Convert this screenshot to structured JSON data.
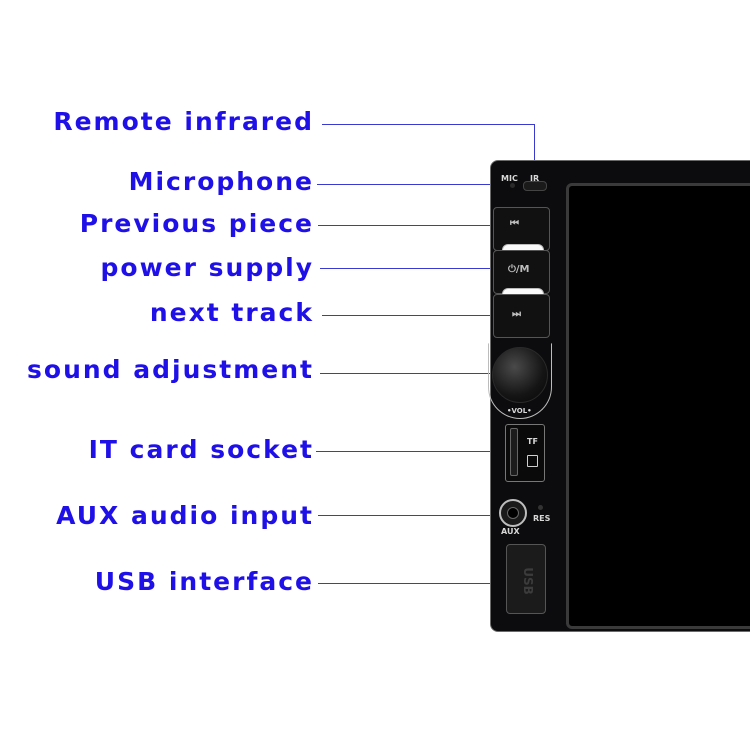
{
  "callouts": {
    "remote_infrared": "Remote infrared",
    "microphone": "Microphone",
    "previous_piece": "Previous piece",
    "power_supply": "power supply",
    "next_track": "next track",
    "sound_adjustment": "sound adjustment",
    "it_card_socket": "IT card socket",
    "aux_audio_input": "AUX audio input",
    "usb_interface": "USB interface"
  },
  "panel": {
    "mic": "MIC",
    "ir": "IR",
    "prev_symbol": "⏮",
    "power_symbol": "⏻/M",
    "next_symbol": "⏭",
    "vol": "•VOL•",
    "tf": "TF",
    "res": "RES",
    "aux": "AUX",
    "usb": "USB"
  },
  "colors": {
    "label_blue": "#1f10e8",
    "device_body": "#0c0c0e",
    "screen": "#000000"
  },
  "icons": {
    "prev": "skip-back-icon",
    "power": "power-icon",
    "next": "skip-forward-icon",
    "sd_card": "sd-card-icon"
  }
}
